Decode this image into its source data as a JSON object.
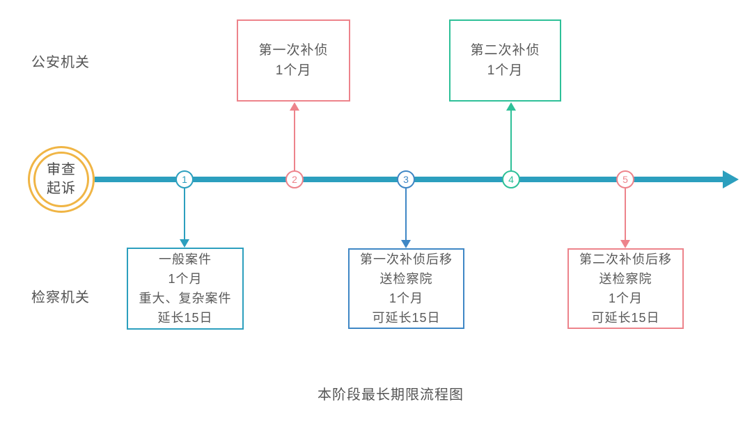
{
  "palette": {
    "teal": "#2C9FBE",
    "pink": "#ED838B",
    "green": "#2EC098",
    "blue": "#3F87C5",
    "yellow": "#F0B545",
    "text": "#595959"
  },
  "labels": {
    "police_organ": "公安机关",
    "procuratorate_organ": "检察机关",
    "caption": "本阶段最长期限流程图"
  },
  "start_node": {
    "line1": "审查",
    "line2": "起诉"
  },
  "timeline": {
    "points": [
      {
        "number": "1",
        "color": "#2C9FBE"
      },
      {
        "number": "2",
        "color": "#ED838B"
      },
      {
        "number": "3",
        "color": "#3F87C5"
      },
      {
        "number": "4",
        "color": "#2EC098"
      },
      {
        "number": "5",
        "color": "#ED838B"
      }
    ]
  },
  "top_boxes": [
    {
      "border_color": "#ED838B",
      "lines": [
        "第一次补侦",
        "1个月"
      ]
    },
    {
      "border_color": "#2EC098",
      "lines": [
        "第二次补侦",
        "1个月"
      ]
    }
  ],
  "bottom_boxes": [
    {
      "border_color": "#2C9FBE",
      "lines": [
        "一般案件",
        "1个月",
        "重大、复杂案件",
        "延长15日"
      ]
    },
    {
      "border_color": "#3F87C5",
      "lines": [
        "第一次补侦后移",
        "送检察院",
        "1个月",
        "可延长15日"
      ]
    },
    {
      "border_color": "#ED838B",
      "lines": [
        "第二次补侦后移",
        "送检察院",
        "1个月",
        "可延长15日"
      ]
    }
  ]
}
